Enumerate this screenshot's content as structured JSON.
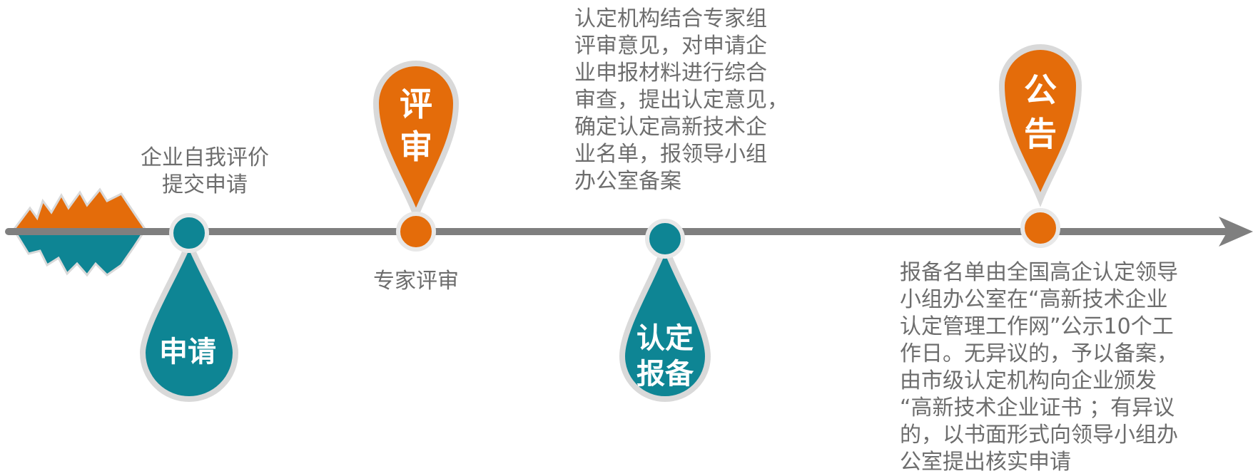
{
  "colors": {
    "orange": "#e46c0a",
    "teal": "#0e8594",
    "line": "#7f7f7f",
    "text": "#6d6d6d",
    "rim": "#d9d9d9"
  },
  "steps": [
    {
      "label_line1": "申请",
      "label_line2": "",
      "caption": [
        "企业自我评价",
        "提交申请"
      ]
    },
    {
      "label_line1": "评",
      "label_line2": "审",
      "caption": [
        "专家评审"
      ]
    },
    {
      "label_line1": "认定",
      "label_line2": "报备",
      "caption": [
        "认定机构结合专家组",
        "评审意见，对申请企",
        "业申报材料进行综合",
        "审查，提出认定意见，",
        "确定认定高新技术企",
        "业名单，报领导小组",
        "办公室备案"
      ]
    },
    {
      "label_line1": "公",
      "label_line2": "告",
      "caption": [
        "报备名单由全国高企认定领导",
        "小组办公室在“高新技术企业",
        "认定管理工作网”公示10个工",
        "作日。无异议的，予以备案，",
        "由市级认定机构向企业颁发",
        "“高新技术企业证书 ；有异议",
        "的，以书面形式向领导小组办",
        "公室提出核实申请"
      ]
    }
  ]
}
